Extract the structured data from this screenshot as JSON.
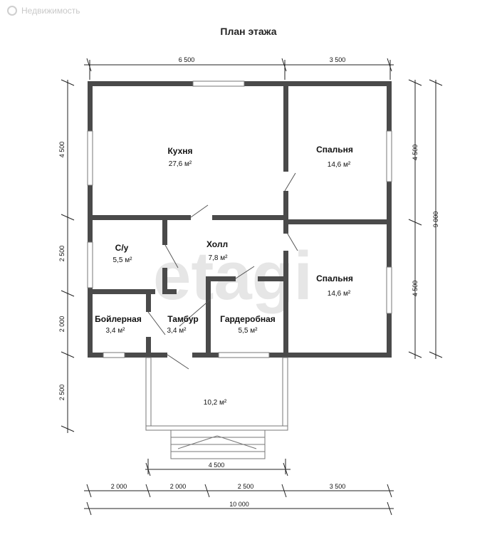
{
  "watermark": "Недвижимость",
  "title": "План этажа",
  "big_watermark": "etagi",
  "rooms": {
    "kitchen": {
      "name": "Кухня",
      "area": "27,6 м²"
    },
    "bedroom1": {
      "name": "Спальня",
      "area": "14,6 м²"
    },
    "bathroom": {
      "name": "С/у",
      "area": "5,5 м²"
    },
    "hall": {
      "name": "Холл",
      "area": "7,8 м²"
    },
    "bedroom2": {
      "name": "Спальня",
      "area": "14,6 м²"
    },
    "boiler": {
      "name": "Бойлерная",
      "area": "3,4 м²"
    },
    "vestibule": {
      "name": "Тамбур",
      "area": "3,4 м²"
    },
    "wardrobe": {
      "name": "Гардеробная",
      "area": "5,5 м²"
    },
    "porch": {
      "name": "",
      "area": "10,2 м²"
    }
  },
  "dimensions": {
    "top": [
      "6 500",
      "3 500"
    ],
    "left": [
      "4 500",
      "2 500",
      "2 000",
      "2 500"
    ],
    "right_inner": [
      "4 500",
      "4 500"
    ],
    "right_total": "9 000",
    "porch_width": "4 500",
    "bottom_segments": [
      "2 000",
      "2 000",
      "2 500",
      "3 500"
    ],
    "bottom_total": "10 000"
  }
}
